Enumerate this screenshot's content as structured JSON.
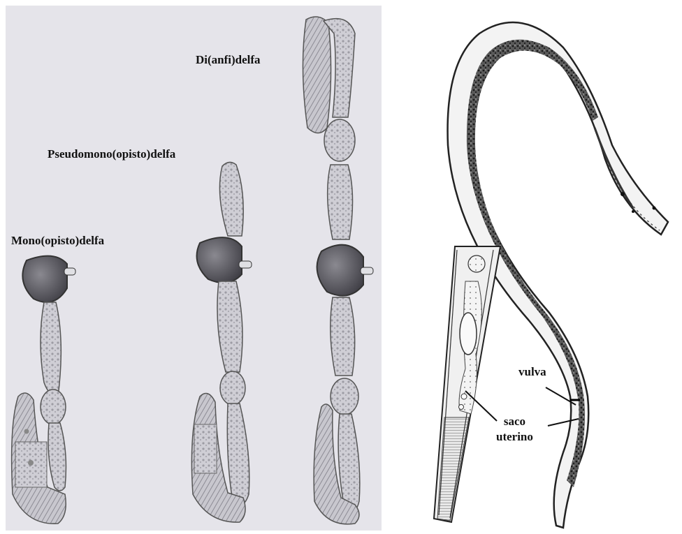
{
  "left_figure": {
    "labels": {
      "mono": "Mono(opisto)delfa",
      "pseudomono": "Pseudomono(opisto)delfa",
      "di": "Di(anfi)delfa"
    }
  },
  "right_figure": {
    "labels": {
      "vulva": "vulva",
      "saco_line1": "saco",
      "saco_line2": "uterino"
    }
  },
  "colors": {
    "left_bg": "#e5e4ea",
    "organ_fill": "#c9c8cf",
    "organ_stroke": "#555",
    "dark_fill": "#4d4d55",
    "body_dark": "#2a2a2a"
  }
}
